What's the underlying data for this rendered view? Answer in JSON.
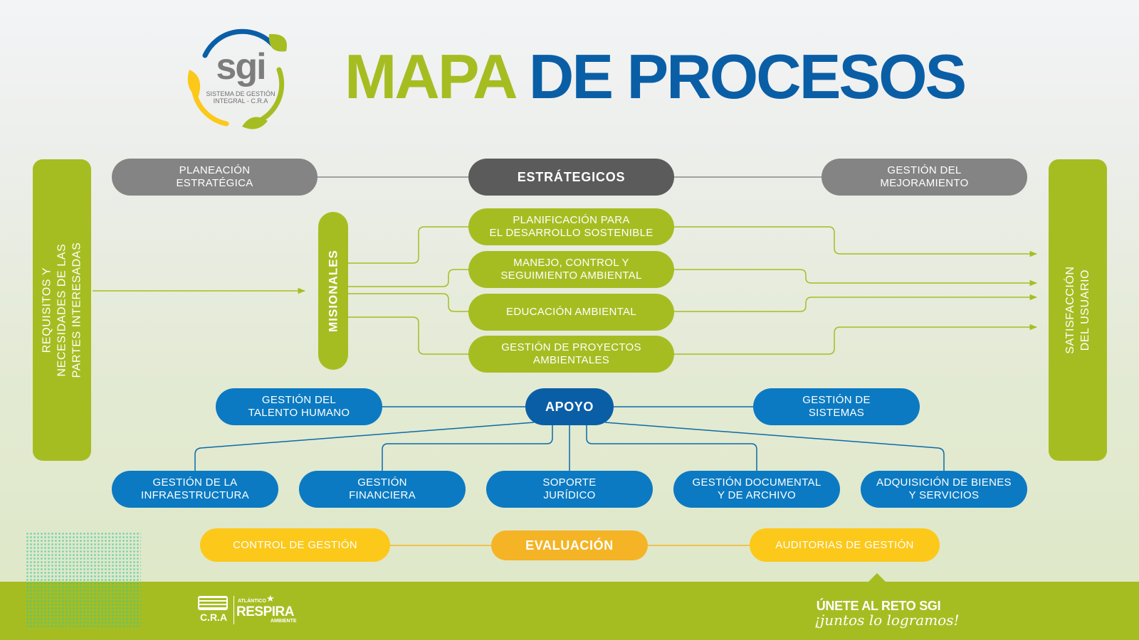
{
  "logo": {
    "name": "sgi",
    "caption": "SISTEMA DE GESTIÓN\nINTEGRAL - C.R.A"
  },
  "title": {
    "part1": "MAPA",
    "part2": "DE PROCESOS"
  },
  "left_bar": "REQUISITOS Y\nNECESIDADES DE LAS\nPARTES INTERESADAS",
  "right_bar": "SATISFACCIÓN\nDEL USUARIO",
  "estrategicos": {
    "label": "ESTRÁTEGICOS",
    "left": "PLANEACIÓN\nESTRATÉGICA",
    "right": "GESTIÓN DEL\nMEJORAMIENTO"
  },
  "misionales": {
    "label": "MISIONALES",
    "items": [
      "PLANIFICACIÓN PARA\nEL DESARROLLO SOSTENIBLE",
      "MANEJO, CONTROL Y\nSEGUIMIENTO AMBIENTAL",
      "EDUCACIÓN AMBIENTAL",
      "GESTIÓN DE PROYECTOS\nAMBIENTALES"
    ]
  },
  "apoyo": {
    "label": "APOYO",
    "left": "GESTIÓN DEL\nTALENTO HUMANO",
    "right": "GESTIÓN DE\nSISTEMAS",
    "items": [
      "GESTIÓN DE LA\nINFRAESTRUCTURA",
      "GESTIÓN\nFINANCIERA",
      "SOPORTE\nJURÍDICO",
      "GESTIÓN DOCUMENTAL\nY DE ARCHIVO",
      "ADQUISICIÓN DE BIENES\nY SERVICIOS"
    ]
  },
  "evaluacion": {
    "label": "EVALUACIÓN",
    "left": "CONTROL DE GESTIÓN",
    "right": "AUDITORIAS DE GESTIÓN"
  },
  "footer": {
    "cra_logo": "C.R.A",
    "atlantico_small": "ATLÁNTICO",
    "respira": "RESPIRA",
    "ambiente": "AMBIENTE",
    "slogan1": "ÚNETE AL RETO SGI",
    "slogan2": "¡juntos lo logramos!"
  },
  "colors": {
    "green": "#a6bd22",
    "blue": "#0b7ac2",
    "dark_blue": "#0a5ea6",
    "grey": "#848484",
    "dark_grey": "#5b5b5b",
    "yellow": "#fcc81a",
    "orange": "#f4b425"
  }
}
